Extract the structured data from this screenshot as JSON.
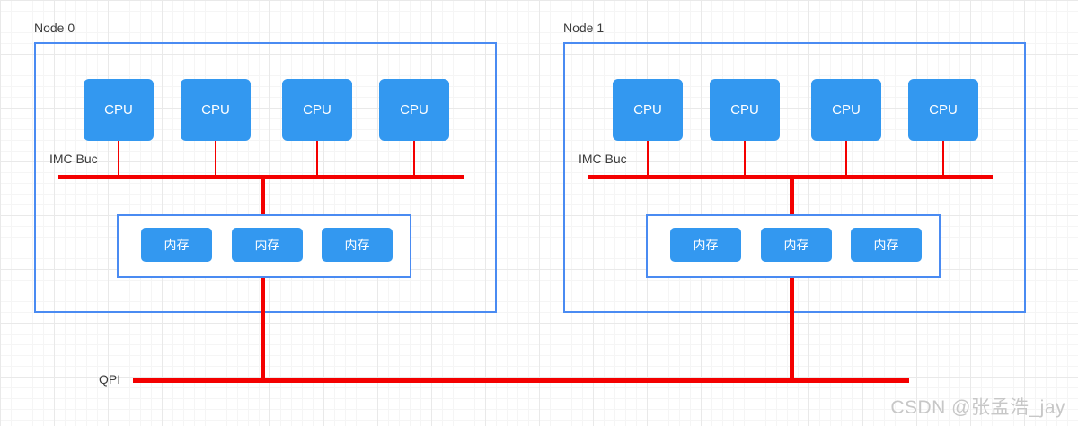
{
  "colors": {
    "box_fill": "#3398f0",
    "border_blue": "#4a8bf2",
    "bus_red": "#f40000",
    "label_text": "#3b3b3b",
    "watermark_gray": "#c7c7c7"
  },
  "nodes": [
    {
      "label": "Node 0",
      "imc_label": "IMC Buc",
      "cpus": [
        "CPU",
        "CPU",
        "CPU",
        "CPU"
      ],
      "memories": [
        "内存",
        "内存",
        "内存"
      ]
    },
    {
      "label": "Node 1",
      "imc_label": "IMC Buc",
      "cpus": [
        "CPU",
        "CPU",
        "CPU",
        "CPU"
      ],
      "memories": [
        "内存",
        "内存",
        "内存"
      ]
    }
  ],
  "qpi": {
    "label": "QPI"
  },
  "watermark": {
    "text": "CSDN @张孟浩_jay"
  }
}
